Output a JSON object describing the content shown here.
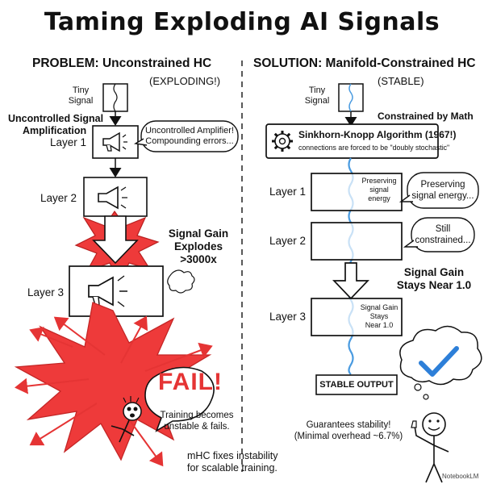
{
  "title": "Taming Exploding AI Signals",
  "problem": {
    "heading": "PROBLEM: Unconstrained HC",
    "status": "(EXPLODING!)",
    "input_line1": "Tiny",
    "input_line2": "Signal",
    "amp_line1": "Uncontrolled Signal",
    "amp_line2": "Amplification",
    "layer1": "Layer 1",
    "layer2": "Layer 2",
    "layer3": "Layer 3",
    "bubble_line1": "Uncontrolled Amplifier!",
    "bubble_line2": "Compounding errors...",
    "gain_line1": "Signal Gain",
    "gain_line2": "Explodes",
    "gain_line3": ">3000x",
    "fail": "FAIL!",
    "fail_note_line1": "Training becomes",
    "fail_note_line2": "unstable & fails.",
    "footer_line1": "mHC fixes instability",
    "footer_line2": "for scalable training."
  },
  "solution": {
    "heading": "SOLUTION: Manifold-Constrained HC",
    "status": "(STABLE)",
    "input_line1": "Tiny",
    "input_line2": "Signal",
    "constrained": "Constrained by Math",
    "algo_title": "Sinkhorn-Knopp Algorithm (1967!)",
    "algo_sub": "connections are forced to be \"doubly stochastic\"",
    "layer1": "Layer 1",
    "layer2": "Layer 2",
    "layer3": "Layer 3",
    "box1_line1": "Preserving",
    "box1_line2": "signal",
    "box1_line3": "energy",
    "bubble1_line1": "Preserving",
    "bubble1_line2": "signal energy...",
    "bubble2_line1": "Still",
    "bubble2_line2": "constrained...",
    "gain_line1": "Signal Gain",
    "gain_line2": "Stays Near 1.0",
    "box3_line1": "Signal Gain",
    "box3_line2": "Stays",
    "box3_line3": "Near 1.0",
    "output": "STABLE OUTPUT",
    "guarantee_line1": "Guarantees stability!",
    "guarantee_line2": "(Minimal overhead ~6.7%)"
  },
  "watermark": "NotebookLM",
  "colors": {
    "explosion": "#ee3a3a",
    "signal": "#4a9be0",
    "check": "#2d7fd8",
    "ink": "#111111"
  }
}
